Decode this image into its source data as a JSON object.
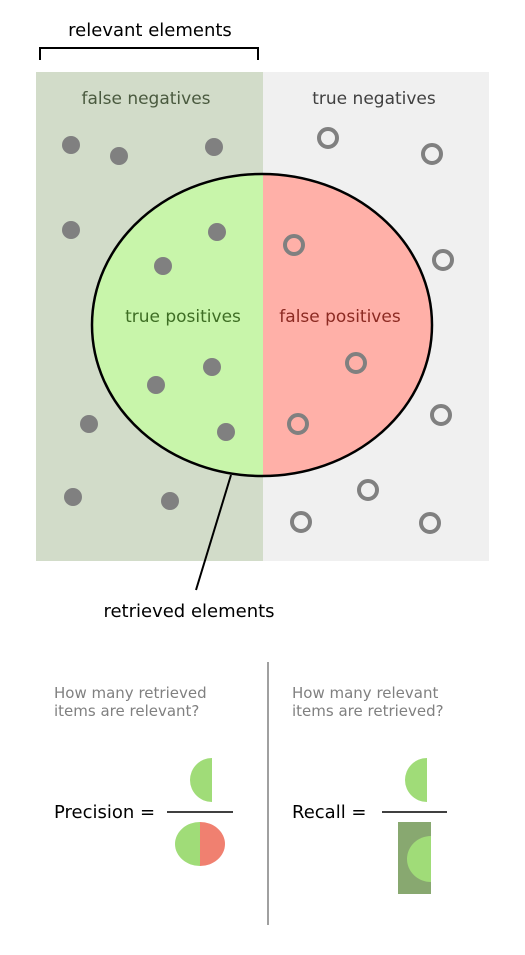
{
  "top": {
    "bracket_label": "relevant elements",
    "false_negatives_label": "false negatives",
    "true_negatives_label": "true negatives",
    "true_positives_label": "true positives",
    "false_positives_label": "false positives",
    "retrieved_label": "retrieved elements"
  },
  "bottom": {
    "precision_question_line1": "How many retrieved",
    "precision_question_line2": "items are relevant?",
    "recall_question_line1": "How many relevant",
    "recall_question_line2": "items are retrieved?",
    "precision_label": "Precision =",
    "recall_label": "Recall ="
  },
  "colors": {
    "relevant_region": "#d2dcc9",
    "irrelevant_region": "#f0f0f0",
    "true_positive_fill": "#c8f5aa",
    "false_positive_fill": "#ffb0a8",
    "dot": "#808080",
    "fn_text": "#4a5a3f",
    "tn_text": "#404040",
    "tp_text": "#3e6e24",
    "fp_text": "#8c2a22",
    "small_green": "#a0dc78",
    "small_red": "#f08070",
    "dark_green": "#88a870",
    "question_text": "#808080"
  }
}
